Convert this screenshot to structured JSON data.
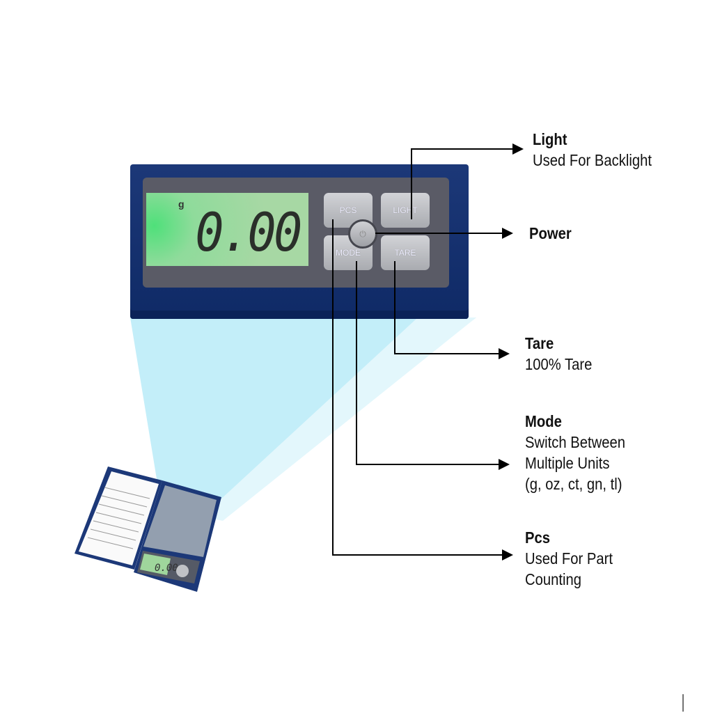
{
  "display": {
    "unit": "g",
    "reading": "0.00"
  },
  "buttons": {
    "pcs": "PCS",
    "light": "LIGHT",
    "mode": "MODE",
    "tare": "TARE",
    "power_icon": "power-icon"
  },
  "callouts": {
    "light": {
      "title": "Light",
      "desc": "Used For Backlight"
    },
    "power": {
      "title": "Power"
    },
    "tare": {
      "title": "Tare",
      "desc": "100% Tare"
    },
    "mode": {
      "title": "Mode",
      "desc1": "Switch Between",
      "desc2": "Multiple Units",
      "desc3": "(g, oz, ct, gn, tl)"
    },
    "pcs": {
      "title": "Pcs",
      "desc1": "Used For Part",
      "desc2": "Counting"
    }
  },
  "colors": {
    "beam": "#c3eef9",
    "device_blue": "#1c3878",
    "lcd_green": "#a7d8a4"
  }
}
